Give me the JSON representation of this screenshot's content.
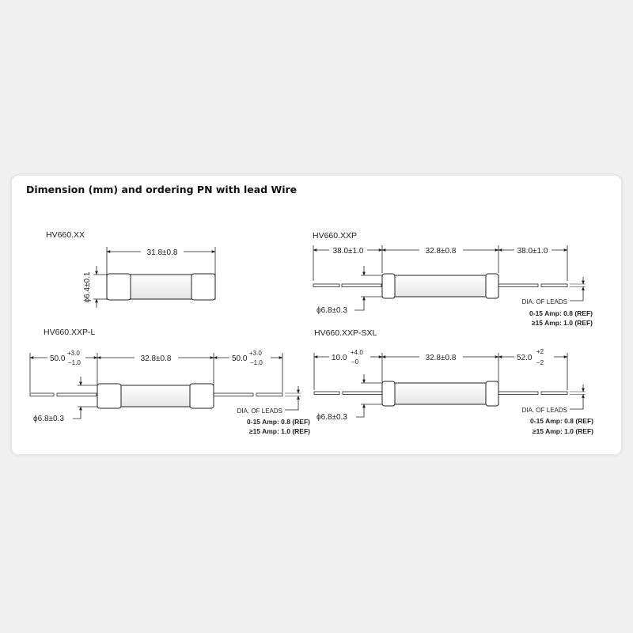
{
  "title": "Dimension (mm) and ordering PN with lead Wire",
  "drawings": [
    {
      "part_number": "HV660.XX",
      "body_length": "31.8±0.8",
      "diameter": "ϕ6.4±0.1"
    },
    {
      "part_number": "HV660.XXP",
      "lead_left": "38.0±1.0",
      "body_length": "32.8±0.8",
      "lead_right": "38.0±1.0",
      "diameter": "ϕ6.8±0.3",
      "lead_note_title": "DIA. OF LEADS",
      "lead_note_1": "0-15 Amp: 0.8 (REF)",
      "lead_note_2": "≥15 Amp: 1.0 (REF)"
    },
    {
      "part_number": "HV660.XXP-L",
      "lead_left_base": "50.0",
      "lead_left_plus": "+3.0",
      "lead_left_minus": "−1.0",
      "body_length": "32.8±0.8",
      "lead_right_base": "50.0",
      "lead_right_plus": "+3.0",
      "lead_right_minus": "−1.0",
      "diameter": "ϕ6.8±0.3",
      "lead_note_title": "DIA. OF LEADS",
      "lead_note_1": "0-15 Amp: 0.8 (REF)",
      "lead_note_2": "≥15 Amp: 1.0 (REF)"
    },
    {
      "part_number": "HV660.XXP-SXL",
      "lead_left_base": "10.0",
      "lead_left_plus": "+4.0",
      "lead_left_minus": "−0",
      "body_length": "32.8±0.8",
      "lead_right_base": "52.0",
      "lead_right_plus": "+2",
      "lead_right_minus": "−2",
      "diameter": "ϕ6.8±0.3",
      "lead_note_title": "DIA. OF LEADS",
      "lead_note_1": "0-15 Amp: 0.8 (REF)",
      "lead_note_2": "≥15 Amp: 1.0 (REF)"
    }
  ]
}
